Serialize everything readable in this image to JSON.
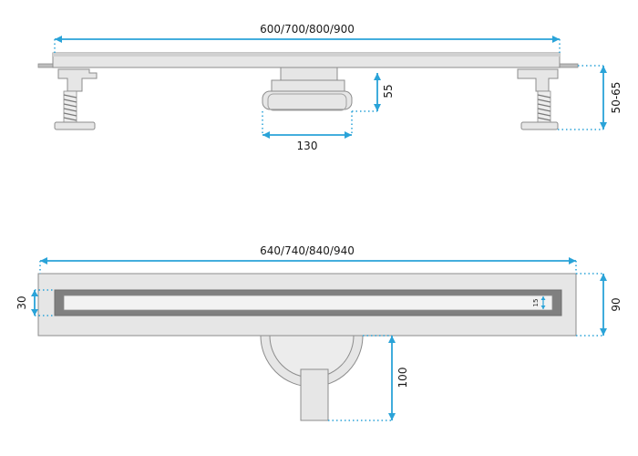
{
  "colors": {
    "dimension": "#2aa3d8",
    "steel_light": "#e6e6e6",
    "steel_mid": "#bdbdbd",
    "steel_dark": "#7a7a7a",
    "outline": "#8c8c8c",
    "grate": "#808080"
  },
  "side_view": {
    "length_label": "600/700/800/900",
    "outlet_width_label": "130",
    "outlet_height_label": "55",
    "foot_height_label": "50-65"
  },
  "top_view": {
    "length_label": "640/740/840/940",
    "slot_width_label": "30",
    "slot_gap_label": "15",
    "body_width_label": "90",
    "outlet_depth_label": "100"
  }
}
